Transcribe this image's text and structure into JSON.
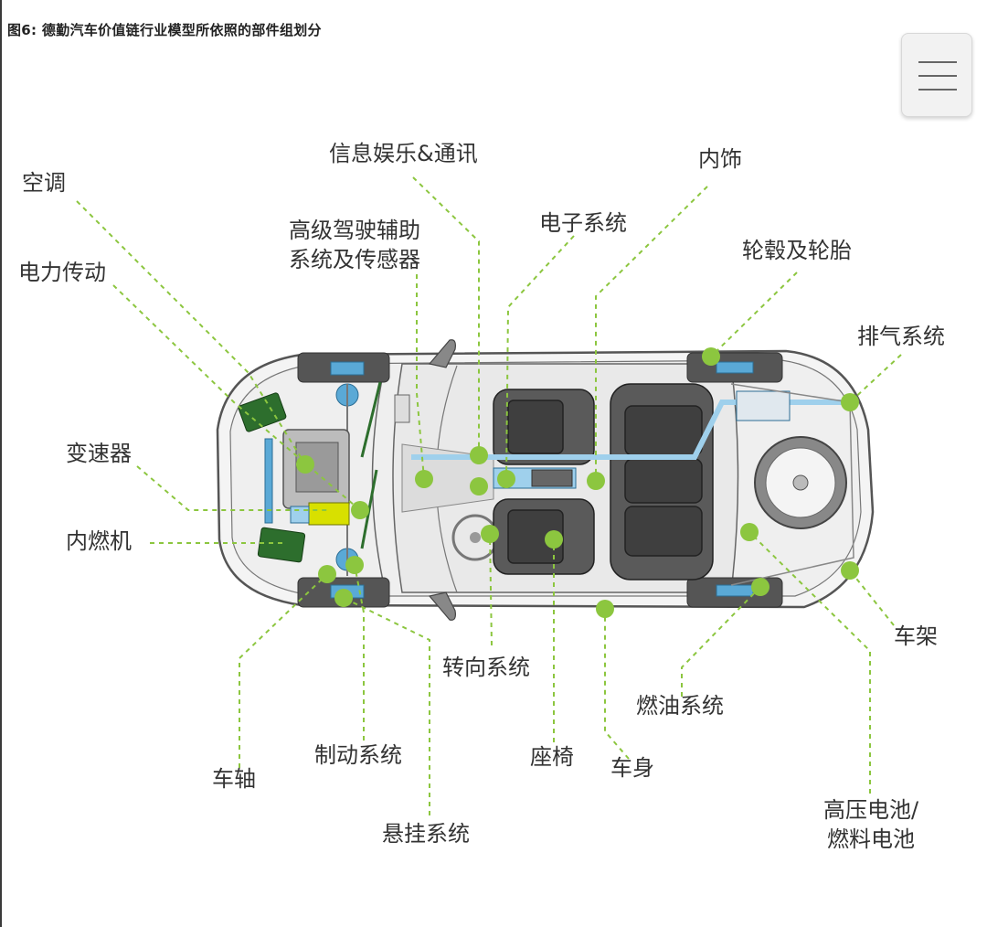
{
  "figure_title": "图6: 德勤汽车价值链行业模型所依照的部件组划分",
  "menu_icon": "hamburger-menu-icon",
  "colors": {
    "accent_green": "#8cc63f",
    "dash_green": "#8cc63f",
    "car_outline": "#555555",
    "seat_gray": "#5a5a5a",
    "engine_green": "#2d6e2d",
    "battery_yellow": "#d8e000",
    "blue_part": "#5aa9d6"
  },
  "labels": {
    "air_conditioning": "空调",
    "power_transmission": "电力传动",
    "infotainment": "信息娱乐&通讯",
    "adas_line1": "高级驾驶辅助",
    "adas_line2": "系统及传感器",
    "electronics": "电子系统",
    "interior": "内饰",
    "wheels_tires": "轮毂及轮胎",
    "exhaust": "排气系统",
    "transmission": "变速器",
    "ice": "内燃机",
    "frame": "车架",
    "steering": "转向系统",
    "fuel_system": "燃油系统",
    "axle": "车轴",
    "brakes": "制动系统",
    "seats": "座椅",
    "body": "车身",
    "suspension": "悬挂系统",
    "hv_battery_line1": "高压电池/",
    "hv_battery_line2": "燃料电池"
  }
}
